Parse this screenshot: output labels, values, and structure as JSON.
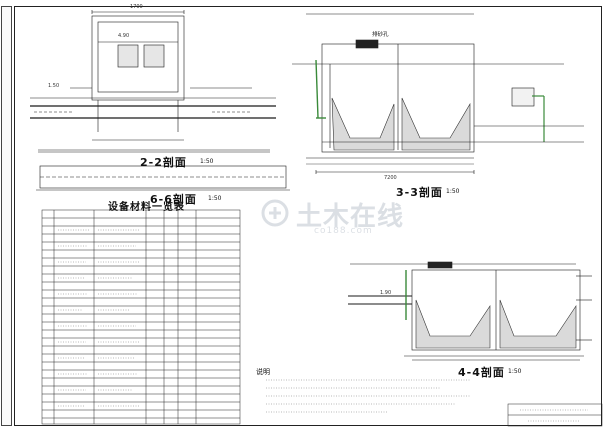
{
  "sections": {
    "s22": {
      "title": "2-2剖面",
      "scale": "1:50"
    },
    "s33": {
      "title": "3-3剖面",
      "scale": "1:50"
    },
    "s44": {
      "title": "4-4剖面",
      "scale": "1:50"
    },
    "s66": {
      "title": "6-6剖面",
      "scale": "1:50"
    }
  },
  "labels": {
    "sand_outlet": "排砂孔",
    "elev_490": "4.90",
    "elev_190": "1.90",
    "elev_150": "1.50",
    "dim_7200": "7200",
    "dim_1700": "1700"
  },
  "table": {
    "title": "设备材料一览表"
  },
  "notes": {
    "title": "说明"
  },
  "watermark": {
    "text_cn": "土木在线",
    "text_en": "co188.com"
  },
  "colors": {
    "line": "#1a1a1a",
    "green_pipe": "#3a8a3a",
    "watermark": "#9aa6b4"
  }
}
